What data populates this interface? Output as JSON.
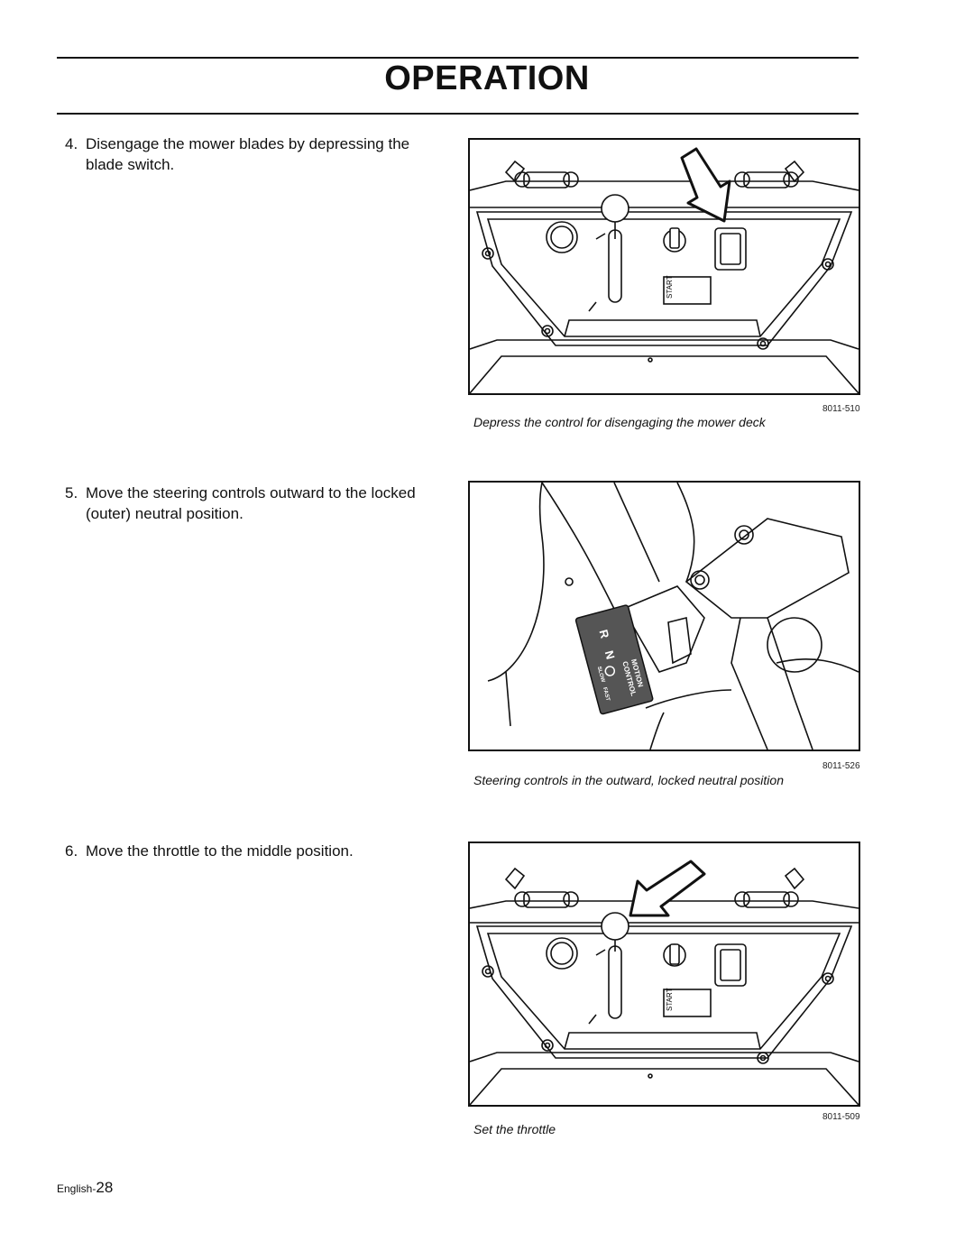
{
  "header": {
    "title": "OPERATION"
  },
  "steps": [
    {
      "number": "4.",
      "text": "Disengage the mower blades by depressing the blade switch."
    },
    {
      "number": "5.",
      "text": "Move the steering controls outward to the locked (outer) neutral position."
    },
    {
      "number": "6.",
      "text": "Move the throttle to the middle position."
    }
  ],
  "figures": [
    {
      "id": "8011-510",
      "caption": "Depress the control for disengaging the mower deck",
      "panel_label": "START"
    },
    {
      "id": "8011-526",
      "caption": "Steering controls in the outward, locked neutral position",
      "decal": {
        "r": "R",
        "n": "N",
        "slow": "SLOW",
        "fast": "FAST",
        "motion": "MOTION",
        "control": "CONTROL"
      }
    },
    {
      "id": "8011-509",
      "caption": "Set the throttle",
      "panel_label": "START"
    }
  ],
  "footer": {
    "language": "English-",
    "page": "28"
  }
}
